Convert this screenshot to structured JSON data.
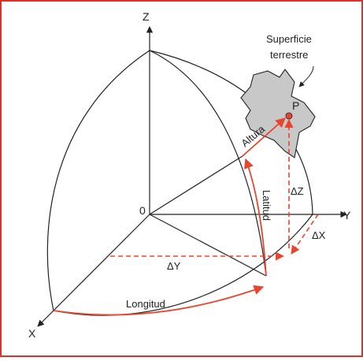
{
  "labels": {
    "axis_z": "Z",
    "axis_y": "Y",
    "axis_x": "X",
    "origin": "0",
    "point": "P",
    "surface_line1": "Superficie",
    "surface_line2": "terrestre",
    "altura": "Altura",
    "latitud": "Latitud",
    "longitud": "Longitud",
    "delta_z": "ΔZ",
    "delta_y": "ΔY",
    "delta_x": "ΔX"
  },
  "colors": {
    "frame": "#d9342b",
    "vector": "#e8452c",
    "line": "#222222",
    "surface_fill": "#c8c8c8",
    "point_fill": "#e8452c"
  }
}
